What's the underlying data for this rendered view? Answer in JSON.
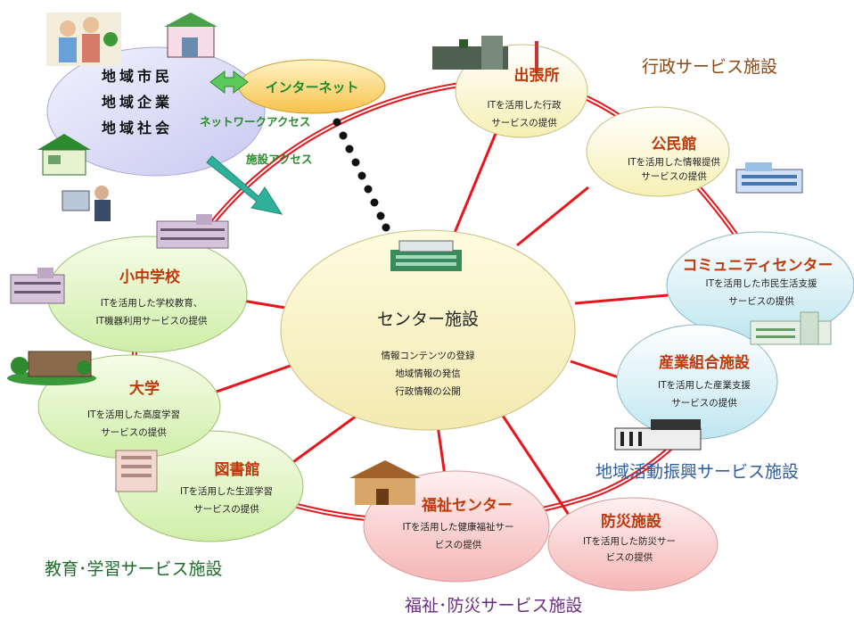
{
  "residents": [
    "地域市民",
    "地域企業",
    "地域社会"
  ],
  "internet": "インターネット",
  "network_access": "ネットワークアクセス",
  "facility_access": "施設アクセス",
  "center": {
    "title": "センター施設",
    "lines": [
      "情報コンテンツの登録",
      "地域情報の発信",
      "行政情報の公開"
    ]
  },
  "groups": {
    "admin": "行政サービス施設",
    "education": "教育･学習サービス施設",
    "community": "地域活動振興サービス施設",
    "welfare": "福祉･防災サービス施設"
  },
  "nodes": {
    "branch": {
      "title": "出張所",
      "lines": [
        "ITを活用した行政",
        "サービスの提供"
      ]
    },
    "hall": {
      "title": "公民館",
      "lines": [
        "ITを活用した情報提供",
        "サービスの提供"
      ]
    },
    "community_center": {
      "title": "コミュニティセンター",
      "lines": [
        "ITを活用した市民生活支援",
        "サービスの提供"
      ]
    },
    "industry": {
      "title": "産業組合施設",
      "lines": [
        "ITを活用した産業支援",
        "サービスの提供"
      ]
    },
    "disaster": {
      "title": "防災施設",
      "lines": [
        "ITを活用した防災サー",
        "ビスの提供"
      ]
    },
    "welfare_center": {
      "title": "福祉センター",
      "lines": [
        "ITを活用した健康福祉サー",
        "ビスの提供"
      ]
    },
    "library": {
      "title": "図書館",
      "lines": [
        "ITを活用した生涯学習",
        "サービスの提供"
      ]
    },
    "university": {
      "title": "大学",
      "lines": [
        "ITを活用した高度学習",
        "サービスの提供"
      ]
    },
    "school": {
      "title": "小中学校",
      "lines": [
        "ITを活用した学校教育、",
        "IT機器利用サービスの提供"
      ]
    }
  },
  "colors": {
    "ring": "#e8151b",
    "spoke": "#e8151b",
    "center_fill": "#fbf7c9",
    "green_fill": "#e3f5c8",
    "yellow_fill": "#fdfbd6",
    "cyan_fill": "#dff4f8",
    "pink_fill": "#fbd9d9",
    "resident_fill": "#dcdcf5",
    "internet_fill": "#fbd77a",
    "access_arrow": "#2eaa8a",
    "title_red": "#c0390c"
  }
}
